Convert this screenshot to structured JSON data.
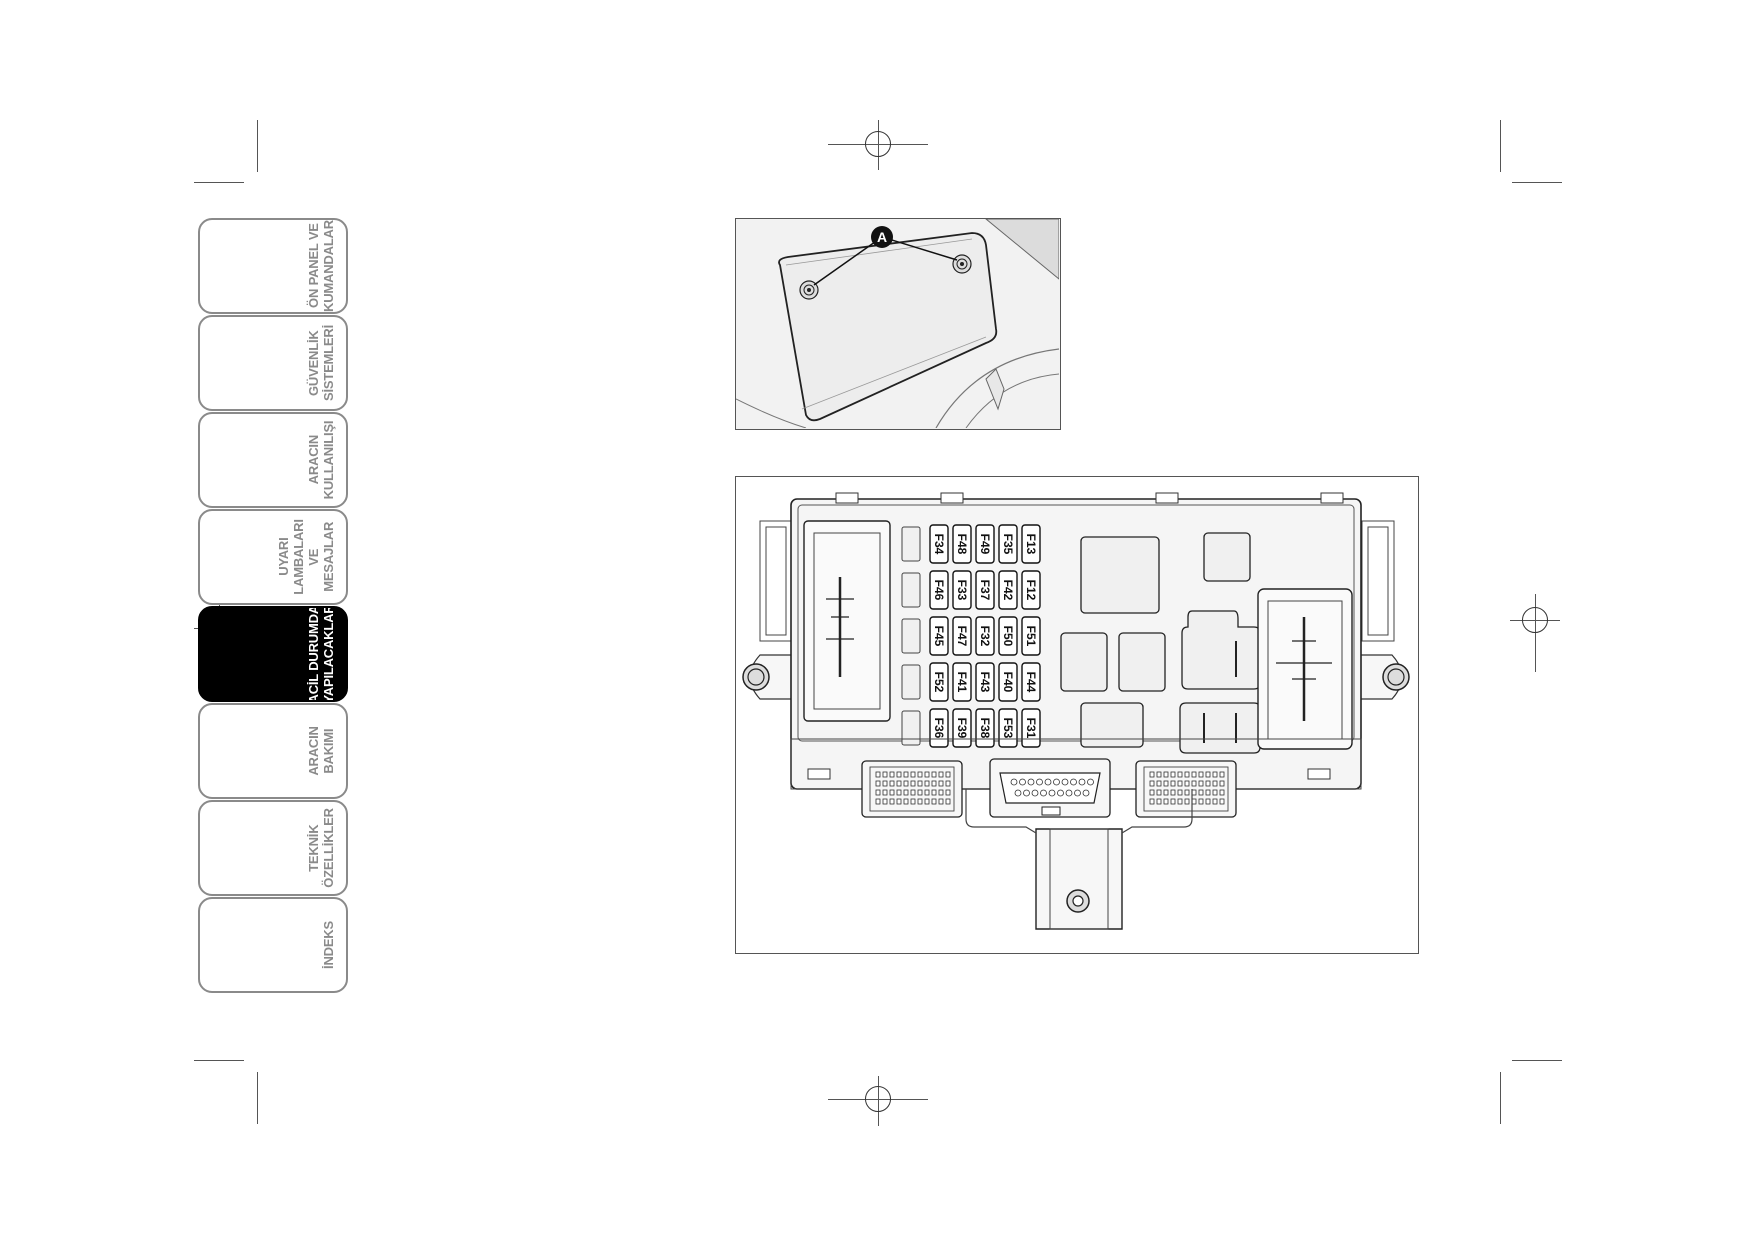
{
  "side_tabs": [
    {
      "label": "ÖN PANEL VE\nKUMANDALAR",
      "active": false
    },
    {
      "label": "GÜVENLİK\nSİSTEMLERİ",
      "active": false
    },
    {
      "label": "ARACIN\nKULLANILIŞI",
      "active": false
    },
    {
      "label": "UYARI\nLAMBALARI VE\nMESAJLAR",
      "active": false
    },
    {
      "label": "ACİL DURUMDA\nYAPILACAKLAR",
      "active": true
    },
    {
      "label": "ARACIN BAKIMI",
      "active": false
    },
    {
      "label": "TEKNİK\nÖZELLİKLER",
      "active": false
    },
    {
      "label": "İNDEKS",
      "active": false
    }
  ],
  "figure1": {
    "callout": "A"
  },
  "figure2": {
    "fuse_columns": [
      [
        "F34",
        "F46",
        "F45",
        "F52",
        "F36"
      ],
      [
        "F48",
        "F33",
        "F47",
        "F41",
        "F39"
      ],
      [
        "F49",
        "F37",
        "F32",
        "F43",
        "F38"
      ],
      [
        "F35",
        "F42",
        "F50",
        "F40",
        "F53"
      ],
      [
        "F13",
        "F12",
        "F51",
        "F44",
        "F31"
      ]
    ]
  }
}
